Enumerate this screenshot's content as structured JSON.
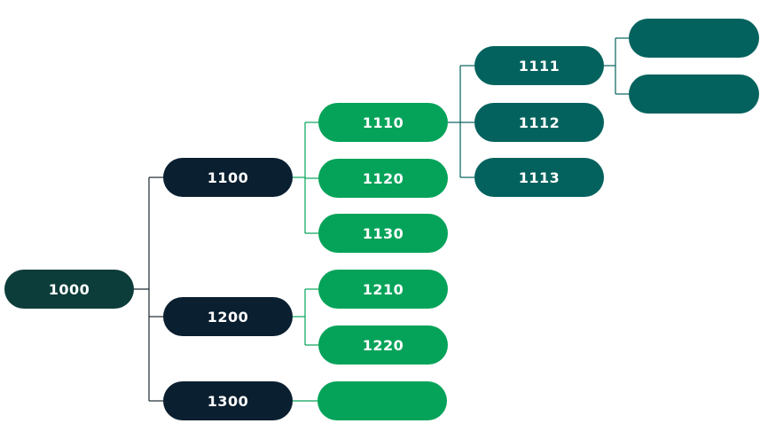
{
  "tree": {
    "root": {
      "label": "1000"
    },
    "level1": [
      {
        "label": "1100"
      },
      {
        "label": "1200"
      },
      {
        "label": "1300"
      }
    ],
    "level2": [
      {
        "label": "1110"
      },
      {
        "label": "1120"
      },
      {
        "label": "1130"
      },
      {
        "label": "1210"
      },
      {
        "label": "1220"
      },
      {
        "label": ""
      }
    ],
    "level3": [
      {
        "label": "1111"
      },
      {
        "label": "1112"
      },
      {
        "label": "1113"
      }
    ],
    "level4": [
      {
        "label": ""
      },
      {
        "label": ""
      }
    ]
  },
  "colors": {
    "root": "#0d3d3a",
    "level1": "#0a1f30",
    "level2": "#05a35a",
    "level3": "#03625d",
    "connector_dark": "#1a2a33",
    "connector_green": "#05a35a",
    "connector_teal": "#03625d",
    "text": "#ffffff"
  }
}
